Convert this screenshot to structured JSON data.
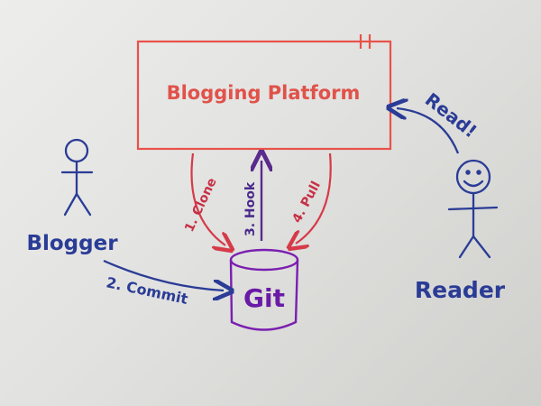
{
  "nodes": {
    "platform": {
      "label": "Blogging Platform"
    },
    "git": {
      "label": "Git"
    },
    "blogger": {
      "label": "Blogger"
    },
    "reader": {
      "label": "Reader"
    }
  },
  "edges": {
    "clone": {
      "label": "1. Clone"
    },
    "commit": {
      "label": "2. Commit"
    },
    "hook": {
      "label": "3. Hook"
    },
    "pull": {
      "label": "4. Pull"
    },
    "read": {
      "label": "Read!"
    }
  },
  "colors": {
    "platform": "#e8524a",
    "blue": "#2a3c96",
    "red_arrow": "#d63a48",
    "purple": "#5a2a8c",
    "git": "#7a1fb0",
    "paper": "#e6e6e4"
  }
}
